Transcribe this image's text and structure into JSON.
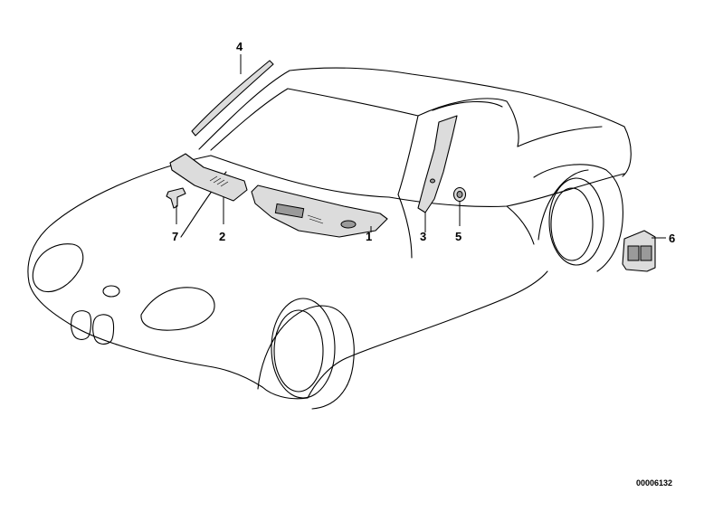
{
  "diagram": {
    "callouts": [
      {
        "number": "1",
        "part": "cowl-panel-right"
      },
      {
        "number": "2",
        "part": "cowl-panel-left"
      },
      {
        "number": "3",
        "part": "a-pillar-trim"
      },
      {
        "number": "4",
        "part": "windshield-seal-strip"
      },
      {
        "number": "5",
        "part": "grommet"
      },
      {
        "number": "6",
        "part": "ventilation-grille"
      },
      {
        "number": "7",
        "part": "expanding-rivet"
      }
    ],
    "document_number": "00006132"
  }
}
